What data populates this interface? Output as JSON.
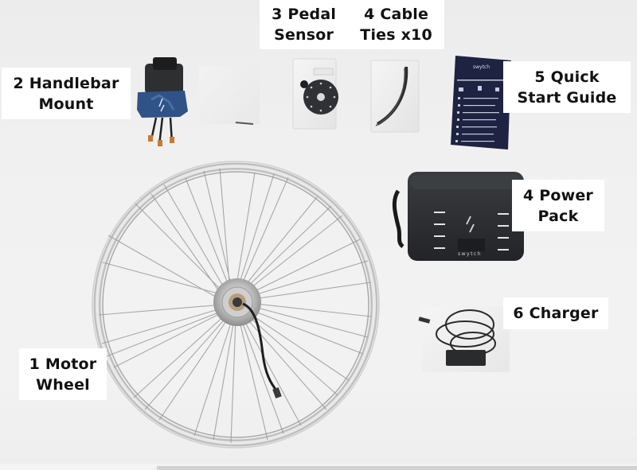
{
  "labels": {
    "motor_wheel": {
      "line1": "1 Motor",
      "line2": "Wheel"
    },
    "handlebar_mount": {
      "line1": "2 Handlebar",
      "line2": "Mount"
    },
    "pedal_sensor": {
      "line1": "3 Pedal",
      "line2": "Sensor"
    },
    "cable_ties": {
      "line1": "4 Cable",
      "line2": "Ties x10"
    },
    "quick_start_guide": {
      "line1": "5 Quick",
      "line2": "Start Guide"
    },
    "power_pack": {
      "line1": "4 Power",
      "line2": "Pack"
    },
    "charger": {
      "line1": "6 Charger"
    }
  },
  "brand": {
    "name": "swytch"
  },
  "colors": {
    "background": "#efefef",
    "label_bg": "#ffffff",
    "label_text": "#111111",
    "power_pack": "#2b2d30",
    "guide": "#1d2340",
    "mount_blue": "#2c4d7e",
    "rim": "#d8d8d8"
  }
}
